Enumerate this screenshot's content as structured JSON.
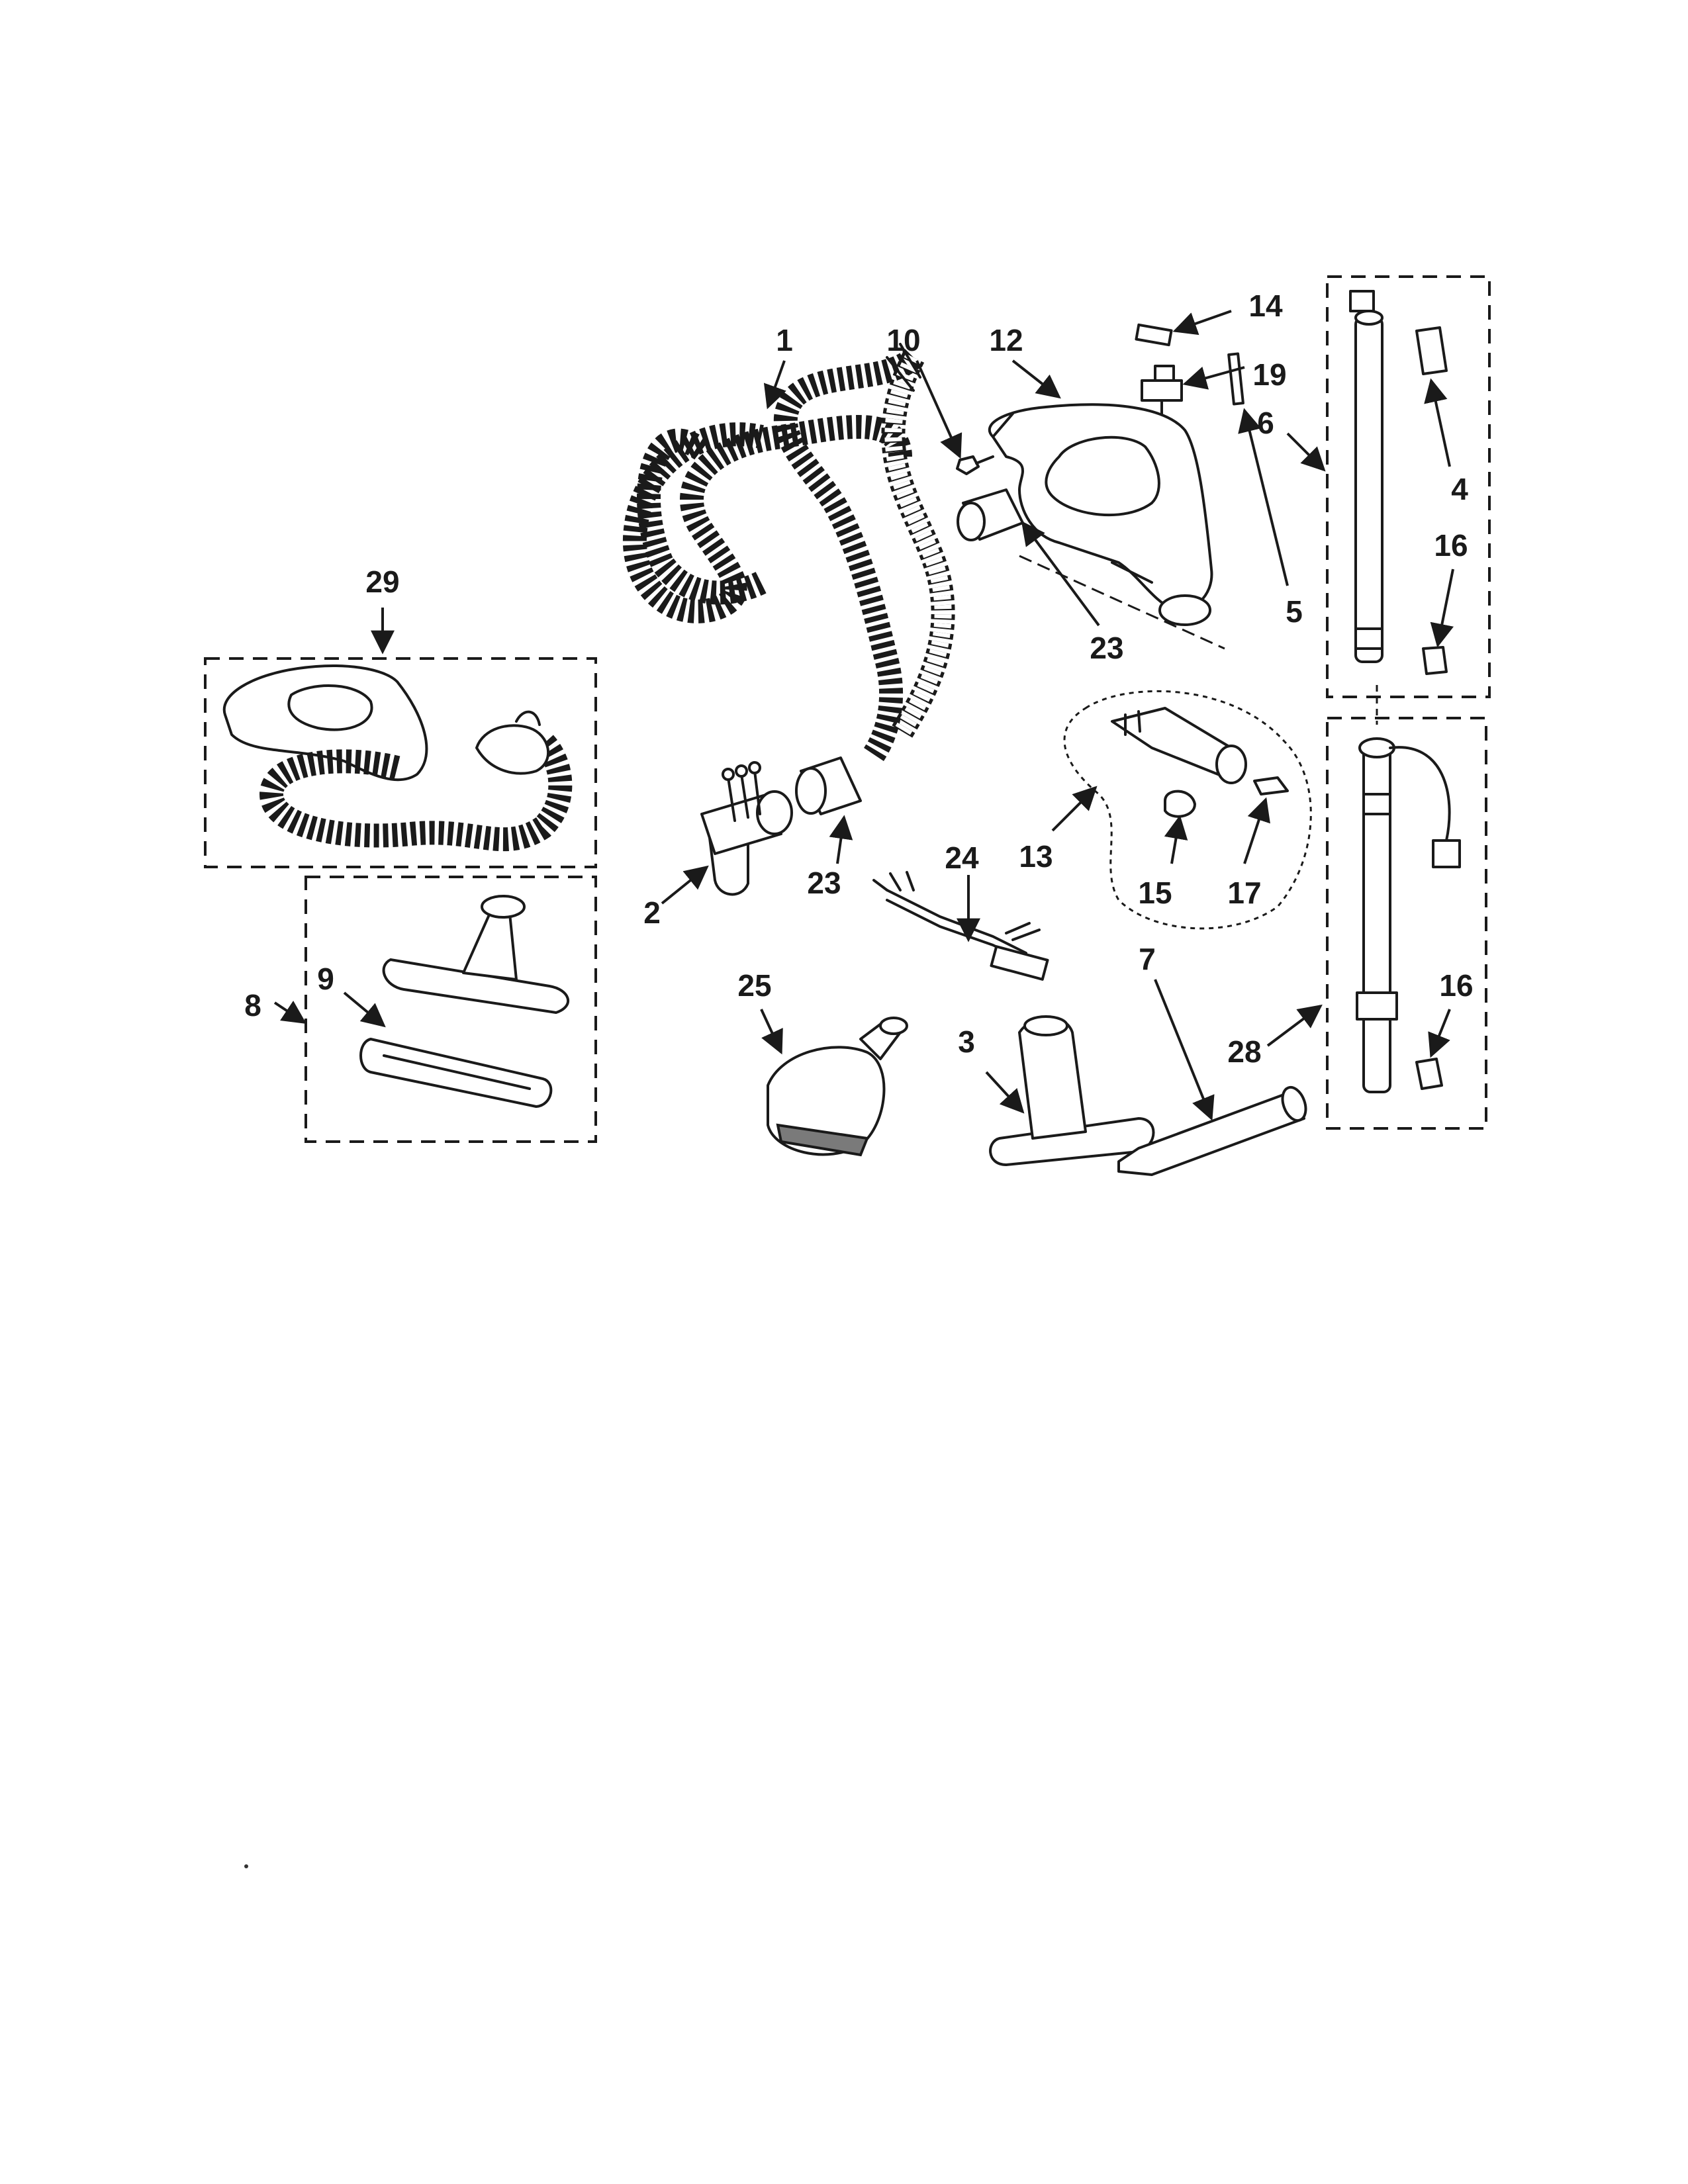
{
  "callouts": [
    {
      "id": "c1",
      "text": "1"
    },
    {
      "id": "c10",
      "text": "10"
    },
    {
      "id": "c12",
      "text": "12"
    },
    {
      "id": "c14",
      "text": "14"
    },
    {
      "id": "c19",
      "text": "19"
    },
    {
      "id": "c6",
      "text": "6"
    },
    {
      "id": "c4",
      "text": "4"
    },
    {
      "id": "c16a",
      "text": "16"
    },
    {
      "id": "c5",
      "text": "5"
    },
    {
      "id": "c23a",
      "text": "23"
    },
    {
      "id": "c29",
      "text": "29"
    },
    {
      "id": "c2",
      "text": "2"
    },
    {
      "id": "c23b",
      "text": "23"
    },
    {
      "id": "c13",
      "text": "13"
    },
    {
      "id": "c15",
      "text": "15"
    },
    {
      "id": "c17",
      "text": "17"
    },
    {
      "id": "c24",
      "text": "24"
    },
    {
      "id": "c16b",
      "text": "16"
    },
    {
      "id": "c8",
      "text": "8"
    },
    {
      "id": "c9",
      "text": "9"
    },
    {
      "id": "c25",
      "text": "25"
    },
    {
      "id": "c3",
      "text": "3"
    },
    {
      "id": "c7",
      "text": "7"
    },
    {
      "id": "c28",
      "text": "28"
    }
  ]
}
